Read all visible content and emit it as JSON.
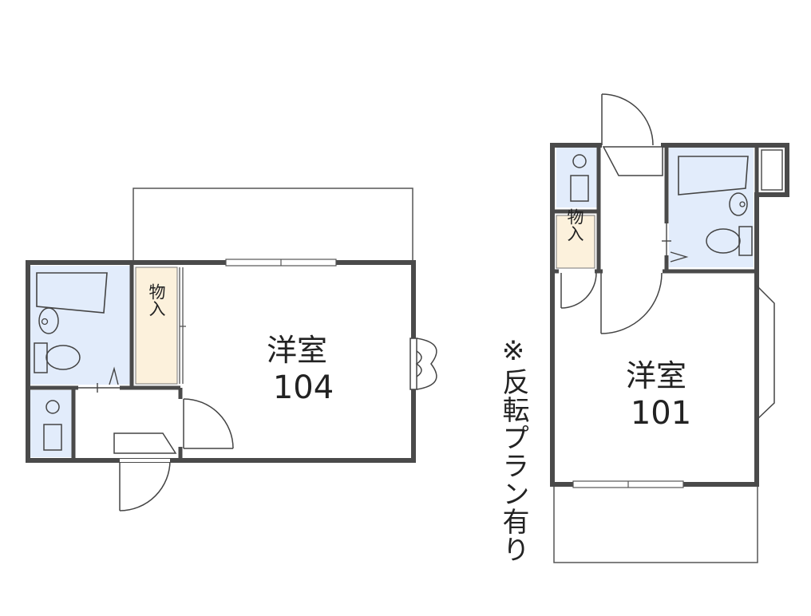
{
  "units": [
    {
      "name": "洋室",
      "number": "104",
      "closet": "物入"
    },
    {
      "name": "洋室",
      "number": "101",
      "closet": "物入"
    }
  ],
  "note": "※反転プラン有り",
  "colors": {
    "wall": "#4a4a4a",
    "wet_area": "#e2ecfb",
    "closet": "#fcf1dc",
    "line": "#333333"
  }
}
